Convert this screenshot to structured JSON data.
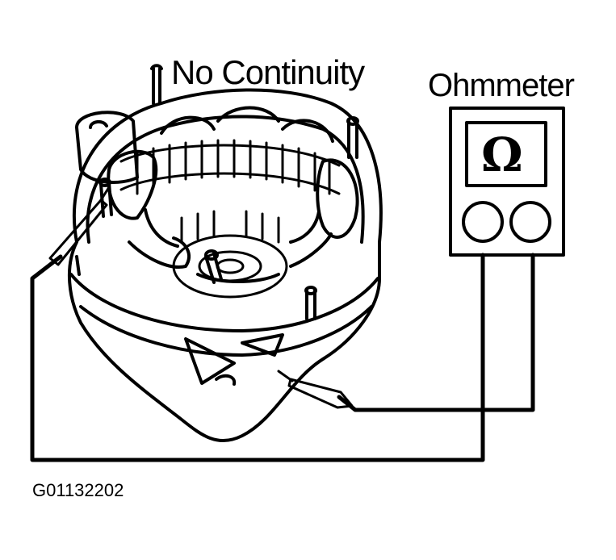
{
  "labels": {
    "title": "No Continuity",
    "meter": "Ohmmeter",
    "meter_symbol": "Ω",
    "figure_id": "G01132202"
  },
  "colors": {
    "ink": "#000000",
    "paper": "#ffffff"
  }
}
